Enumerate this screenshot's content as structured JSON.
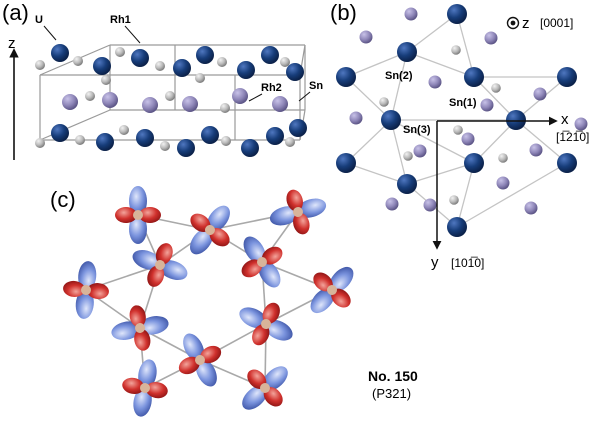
{
  "panels": {
    "a": {
      "label": "(a)",
      "axis": "z",
      "atoms": {
        "u": "U",
        "rh1": "Rh1",
        "rh2": "Rh2",
        "sn": "Sn"
      }
    },
    "b": {
      "label": "(b)",
      "z_axis": "z",
      "z_direction": "[0001]",
      "x_axis": "x",
      "x_direction": "[1̅21̅0]",
      "y_axis": "y",
      "y_direction": "[101̅0]",
      "sites": {
        "sn1": "Sn(1)",
        "sn2": "Sn(2)",
        "sn3": "Sn(3)"
      }
    },
    "c": {
      "label": "(c)",
      "space_group_number": "No. 150",
      "space_group_symbol": "(P321)"
    }
  },
  "colors": {
    "u_atom": "#173d7a",
    "sn_atom": "#8e86b8",
    "rh_atom": "#b8b8b8",
    "bond": "#9a9a9a",
    "lobe_red": "#d0312d",
    "lobe_blue": "#6a86d8"
  }
}
